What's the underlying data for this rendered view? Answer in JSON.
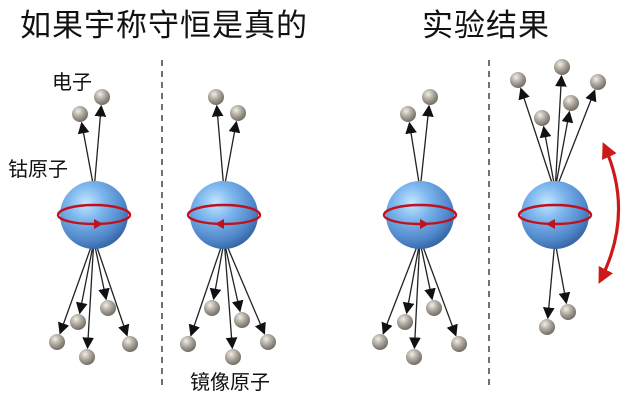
{
  "titles": {
    "hypothesis": "如果宇称守恒是真的",
    "experiment": "实验结果"
  },
  "labels": {
    "electron": "电子",
    "cobalt_atom": "钴原子",
    "mirror_atom": "镜像原子"
  },
  "colors": {
    "nucleus": "#5b95d8",
    "spin_ring": "#c0121e",
    "electron": "#a8a39a",
    "arrow": "#111111",
    "divider": "#333333",
    "emission_arc": "#cc1a1a"
  },
  "panels": [
    {
      "id": "original",
      "spin_direction": "right",
      "nucleus": [
        94,
        215
      ],
      "electrons_up": [
        [
          80,
          114
        ],
        [
          102,
          97
        ]
      ],
      "electrons_down": [
        [
          57,
          342
        ],
        [
          78,
          322
        ],
        [
          87,
          357
        ],
        [
          108,
          308
        ],
        [
          130,
          344
        ]
      ]
    },
    {
      "id": "mirror",
      "spin_direction": "left",
      "nucleus": [
        224,
        215
      ],
      "electrons_up": [
        [
          216,
          97
        ],
        [
          238,
          113
        ]
      ],
      "electrons_down": [
        [
          188,
          344
        ],
        [
          212,
          308
        ],
        [
          233,
          357
        ],
        [
          242,
          320
        ],
        [
          268,
          342
        ]
      ]
    },
    {
      "id": "experiment-original",
      "spin_direction": "right",
      "nucleus": [
        420,
        215
      ],
      "electrons_up": [
        [
          408,
          114
        ],
        [
          430,
          97
        ]
      ],
      "electrons_down": [
        [
          380,
          342
        ],
        [
          405,
          322
        ],
        [
          414,
          357
        ],
        [
          434,
          308
        ],
        [
          459,
          344
        ]
      ]
    },
    {
      "id": "experiment-mirror",
      "spin_direction": "left",
      "nucleus": [
        555,
        215
      ],
      "electrons_up": [
        [
          518,
          80
        ],
        [
          542,
          118
        ],
        [
          562,
          67
        ],
        [
          571,
          103
        ],
        [
          598,
          82
        ]
      ],
      "electrons_down": [
        [
          547,
          327
        ],
        [
          568,
          312
        ]
      ]
    }
  ]
}
